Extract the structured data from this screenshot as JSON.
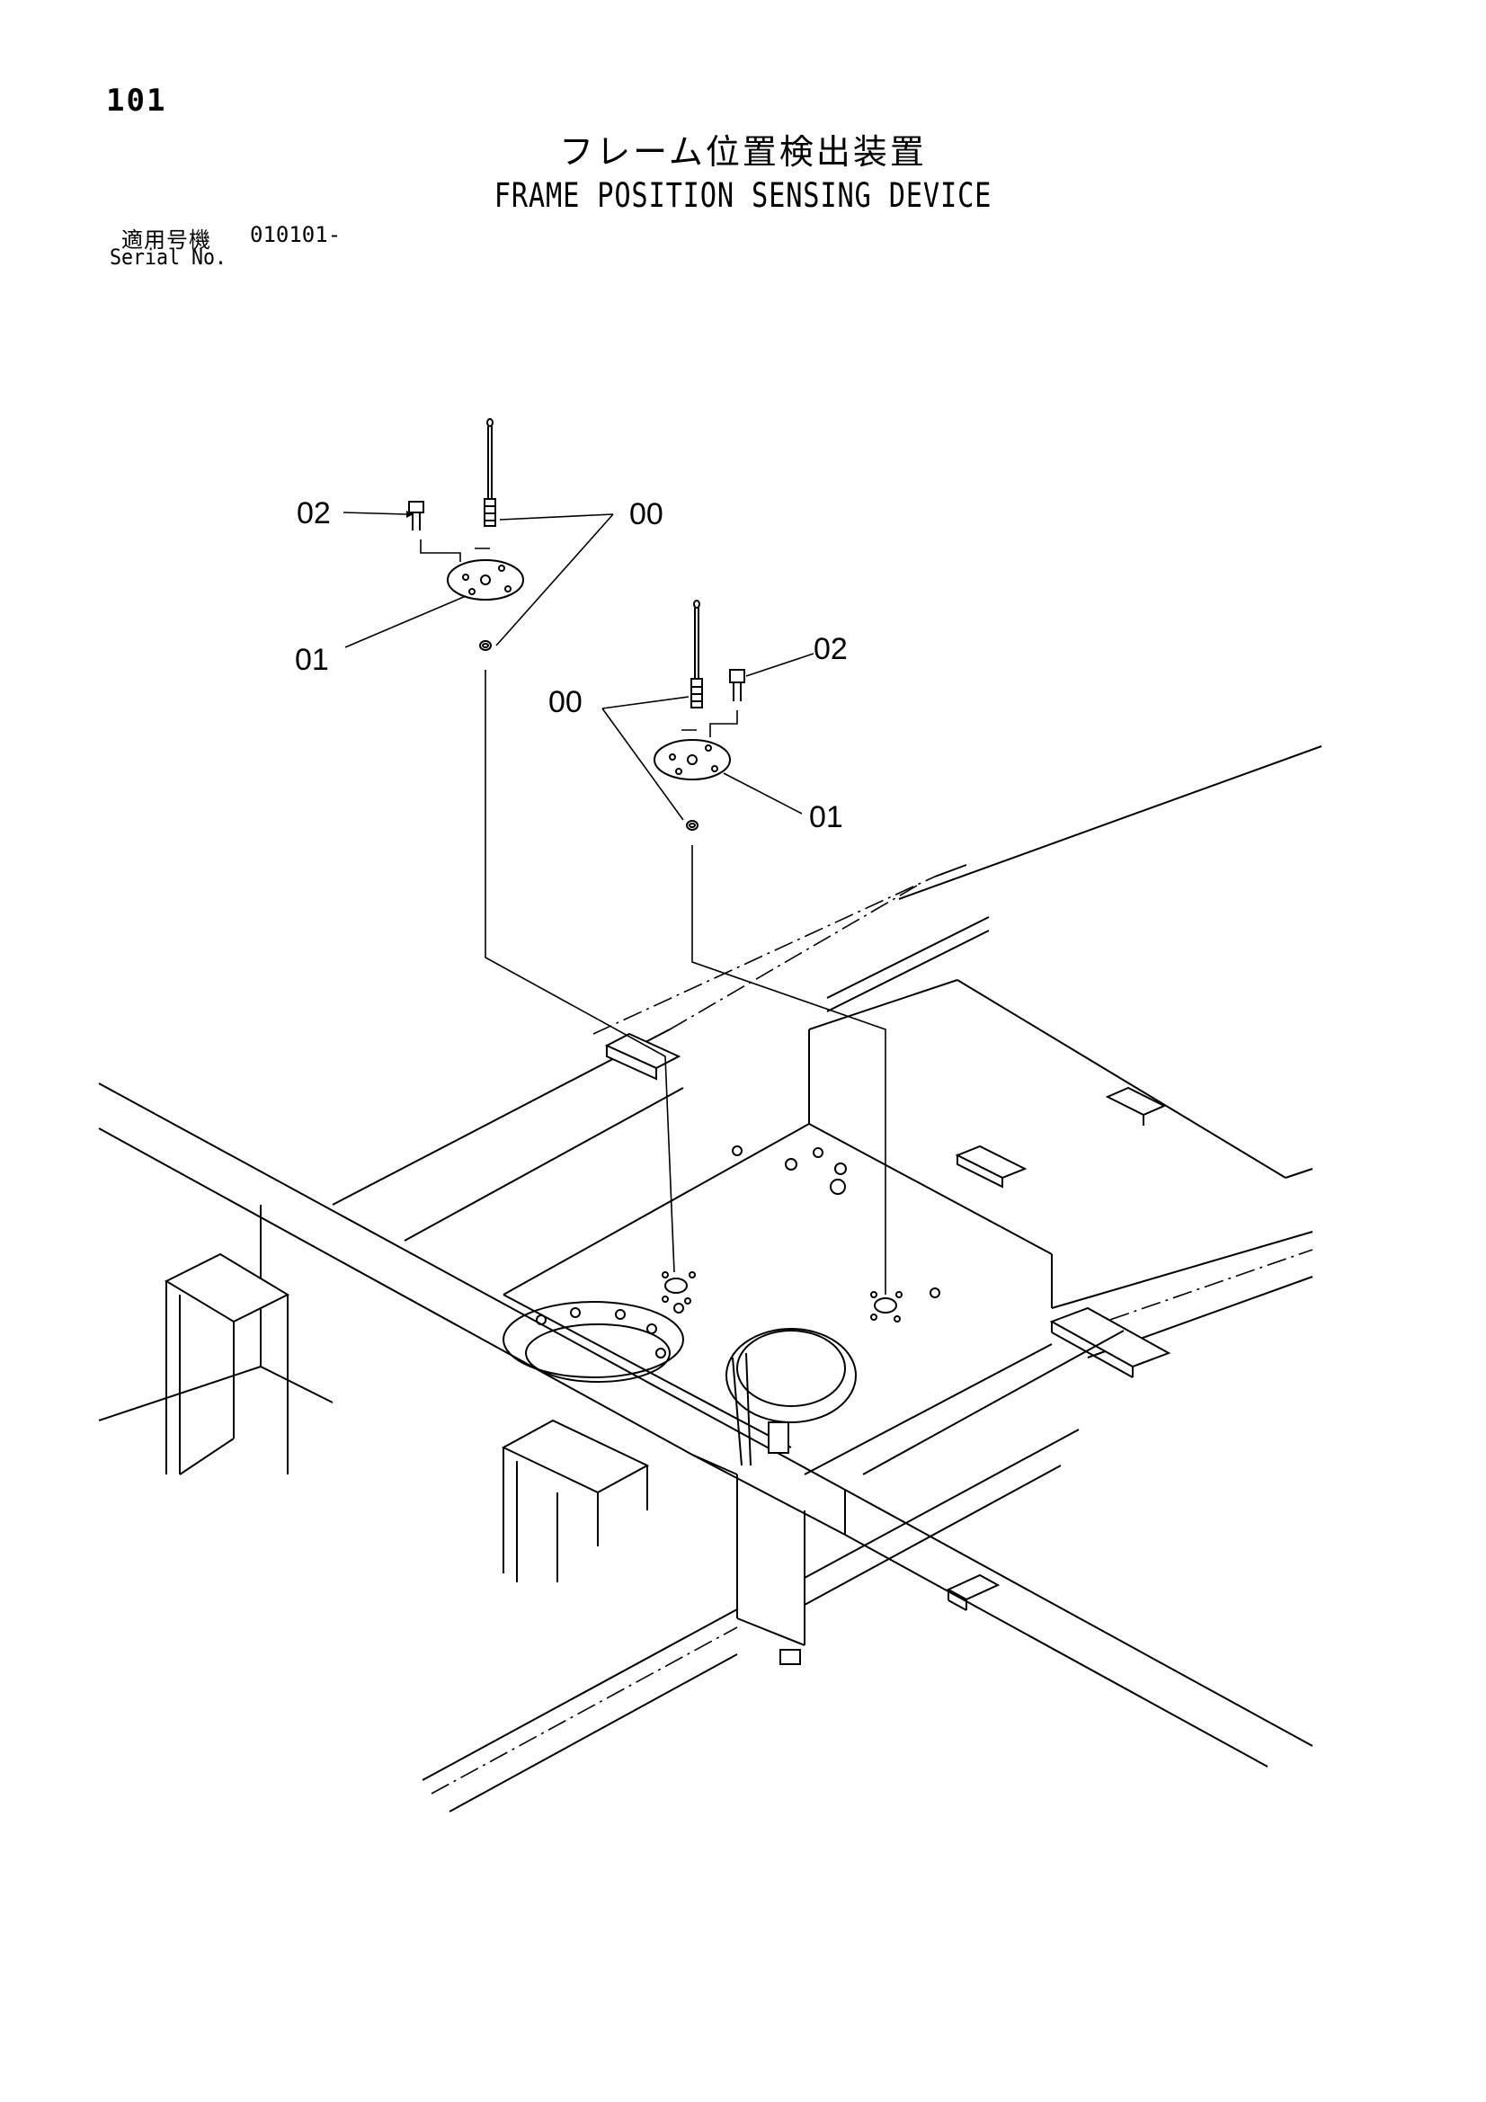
{
  "header": {
    "page_number": "101",
    "title_jp": "フレーム位置検出装置",
    "title_en": "FRAME POSITION SENSING DEVICE",
    "serial_label_jp": "適用号機",
    "serial_value": "010101-",
    "serial_label_en": "Serial No."
  },
  "callouts": {
    "left_02": "02",
    "left_00": "00",
    "left_01": "01",
    "right_02": "02",
    "right_00": "00",
    "right_01": "01"
  }
}
